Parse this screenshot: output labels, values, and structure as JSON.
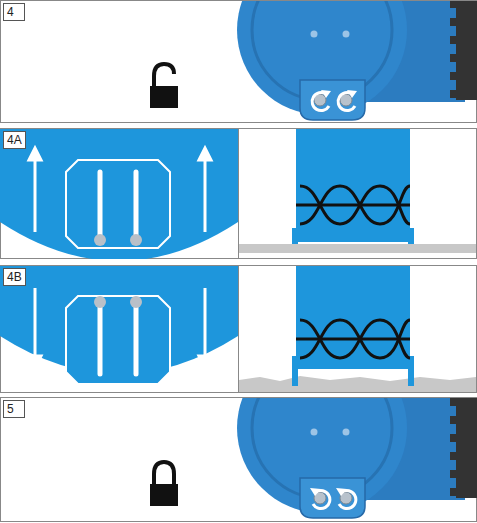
{
  "diagram": {
    "nodes": [
      {
        "text": [
          "4"
        ]
      },
      {
        "text": [
          "4A"
        ]
      },
      {
        "text": [
          "4B"
        ]
      },
      {
        "text": [
          "5"
        ]
      }
    ]
  }
}
